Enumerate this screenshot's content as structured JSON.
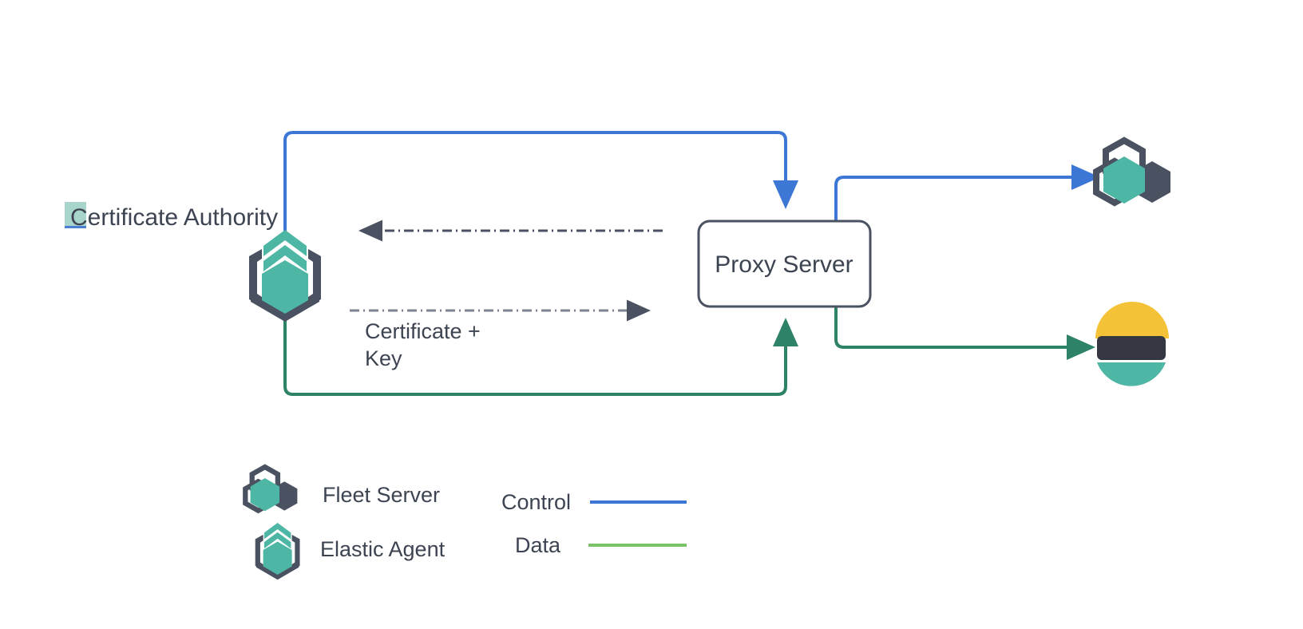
{
  "diagram": {
    "title_visible": false,
    "background": "#ffffff",
    "nodes": [
      {
        "id": "certificate-authority",
        "label": "Certificate Authority",
        "icon": "elastic-agent-icon",
        "label_highlight": true,
        "highlight_color": "#a8d5cb",
        "highlight_underline_color": "#4a7fd4"
      },
      {
        "id": "proxy-server",
        "label": "Proxy Server",
        "shape": "rounded-rect",
        "border_color": "#4a5160",
        "fill": "#ffffff"
      },
      {
        "id": "fleet-server",
        "label": "",
        "icon": "fleet-server-icon"
      },
      {
        "id": "elasticsearch",
        "label": "",
        "icon": "elasticsearch-icon"
      }
    ],
    "edges": [
      {
        "id": "control-ca-to-proxy",
        "from": "certificate-authority",
        "to": "proxy-server",
        "type": "control",
        "color": "#3d77d6",
        "style": "solid",
        "arrow": true
      },
      {
        "id": "control-proxy-to-fleet",
        "from": "proxy-server",
        "to": "fleet-server",
        "type": "control",
        "color": "#3d77d6",
        "style": "solid",
        "arrow": true
      },
      {
        "id": "data-ca-to-proxy",
        "from": "certificate-authority",
        "to": "proxy-server",
        "type": "data",
        "color": "#2e8268",
        "style": "solid",
        "arrow": true
      },
      {
        "id": "data-proxy-to-elasticsearch",
        "from": "proxy-server",
        "to": "elasticsearch",
        "type": "data",
        "color": "#2e8268",
        "style": "solid",
        "arrow": true
      },
      {
        "id": "request-proxy-to-ca",
        "from": "proxy-server",
        "to": "certificate-authority",
        "label": "",
        "color": "#4a5160",
        "style": "dash-dot",
        "arrow": true
      },
      {
        "id": "cert-key-ca-to-proxy",
        "from": "certificate-authority",
        "to": "proxy-server",
        "label_line1": "Certificate +",
        "label_line2": "Key",
        "color": "#7d8491",
        "style": "dash-dot",
        "arrow": true
      }
    ]
  },
  "labels": {
    "certificate_authority": "Certificate Authority",
    "proxy_server": "Proxy Server",
    "certificate_key_line1": "Certificate +",
    "certificate_key_line2": "Key"
  },
  "legend": {
    "icons": [
      {
        "id": "fleet-server",
        "label": "Fleet Server",
        "icon": "fleet-server-icon"
      },
      {
        "id": "elastic-agent",
        "label": "Elastic Agent",
        "icon": "elastic-agent-icon"
      }
    ],
    "lines": [
      {
        "id": "control",
        "label": "Control",
        "color": "#3d77d6"
      },
      {
        "id": "data",
        "label": "Data",
        "color": "#7ac36a"
      }
    ]
  },
  "colors": {
    "teal": "#4db6a4",
    "dark_slate": "#4a5160",
    "control_blue": "#3d77d6",
    "data_green": "#2e8268",
    "legend_data_green": "#7ac36a",
    "elastic_yellow": "#f3c237",
    "elastic_dark": "#343741",
    "elastic_teal": "#4db6a4",
    "text": "#3d4451"
  }
}
